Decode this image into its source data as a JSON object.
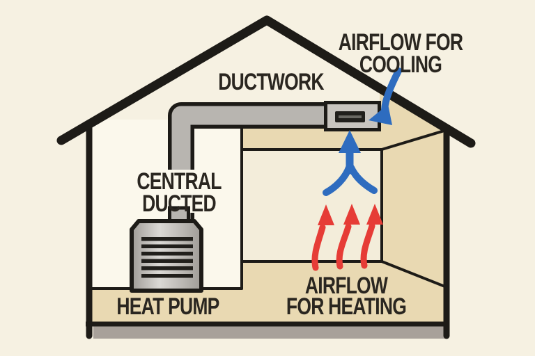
{
  "labels": {
    "ductwork": "DUCTWORK",
    "cooling_line1": "AIRFLOW FOR",
    "cooling_line2": "COOLING",
    "unit_line1": "CENTRAL",
    "unit_line2": "DUCTED",
    "heat_pump": "HEAT PUMP",
    "heating_line1": "AIRFLOW",
    "heating_line2": "FOR HEATING"
  },
  "colors": {
    "bg": "#f6f1e2",
    "room": "#fbf8ec",
    "wall": "#f3edda",
    "tan": "#e9d9b2",
    "outline": "#1d1b17",
    "duct": "#b8b5b0",
    "vent_fill": "#c9c5bf",
    "pump_light": "#dbd9d5",
    "pump_dark": "#a09c97",
    "slat": "#211f1b",
    "red": "#e63c36",
    "blue": "#2e6cbf",
    "shadow": "#a8a19a",
    "text": "#2a2620"
  },
  "icons": {
    "cooling_inlet_arrow": "curved-arrow-down-left",
    "cooling_supply_arrow": "merging-arrow-up",
    "heating_supply_arrows": "triple-curved-arrows-up"
  }
}
